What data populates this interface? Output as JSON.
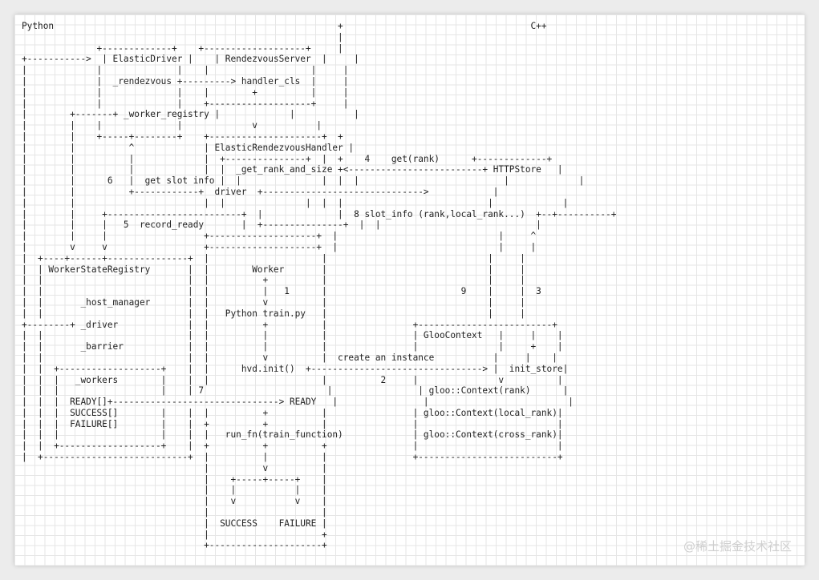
{
  "diagram": {
    "lines": [
      "Python                                                     +                                   C++",
      "                                                           |",
      "              +-------------+    +-------------------+     |",
      "+----------->  | ElasticDriver |    | RendezvousServer  |     |",
      "|             |              |    |                   |     |",
      "|             |  _rendezvous +---------> handler_cls  |     |",
      "|             |              |    |        +          |     |",
      "|             |              |    +-------------------+     |",
      "|        +-------+ _worker_registry |             |           |",
      "|        |    |              |             v           |",
      "|        |    +-----+--------+    +---------------------+  +",
      "|        |          ^             | ElasticRendezvousHandler |",
      "|        |          |             |  +---------------+  |  +    4    get(rank)      +-------------+",
      "|        |          |             |  |  _get_rank_and_size +<-------------------------+ HTTPStore   |",
      "|        |      6   |  get slot info |  |               |  |  |                           |             |",
      "|        |          +------------+  driver  +------------------------------>            |",
      "|        |                        |  |               |  |  |                           |             |",
      "|        |     +-------------------------+  |              |  8 slot_info (rank,local_rank...)  +--+----------+",
      "|        |     |   5  record_ready       |  +---------------+  |  |                             |     ",
      "|        |     |                  +--------------------+  |                              |     ^",
      "|        v     v                  +--------------------+  |                              |     |",
      "|  +----+------+---------------+  |                     |                              |     |",
      "|  | WorkerStateRegistry       |  |        Worker       |                              |     |",
      "|  |                           |  |          +          |                              |     |",
      "|  |                           |  |          |   1      |                         9    |     |  3",
      "|  |       _host_manager       |  |          v          |                              |     |",
      "|  |                           |  |   Python train.py   |                              |     |",
      "+--------+ _driver             |  |          +          |                +-------------------------+",
      "|  |                           |  |          |          |                | GlooContext   |     |    |",
      "|  |       _barrier            |  |          |          |                |               |     +    |",
      "|  |                           |  |          v          |  create an instance           |     |    |",
      "|  |  +-------------------+    |  |      hvd.init()  +--------------------------------> |  init_store|",
      "|  |  |   _workers        |    |  |                     |          2     |               v          |",
      "|  |  |                   |    | 7                       |                | gloo::Context(rank)      |",
      "|  |  |  READY[]+-------------------------------> READY   |                |                          |",
      "|  |  |  SUCCESS[]        |    |  |          +          |                | gloo::Context(local_rank)|",
      "|  |  |  FAILURE[]        |    |  +          +          |                |                          |",
      "|  |  |                   |    |  |   run_fn(train_function)             | gloo::Context(cross_rank)|",
      "|  |  +-------------------+    |  +          +          +                |                          |",
      "|  +---------------------------+  |          |          |                +--------------------------+",
      "                                  |          v          |",
      "                                  |    +-----+-----+    |",
      "                                  |    |           |    |",
      "                                  |    v           v    |",
      "                                  |                     |",
      "                                  |  SUCCESS    FAILURE |",
      "                                  |                     +",
      "                                  +---------------------+"
    ]
  },
  "watermark": "@稀土掘金技术社区"
}
